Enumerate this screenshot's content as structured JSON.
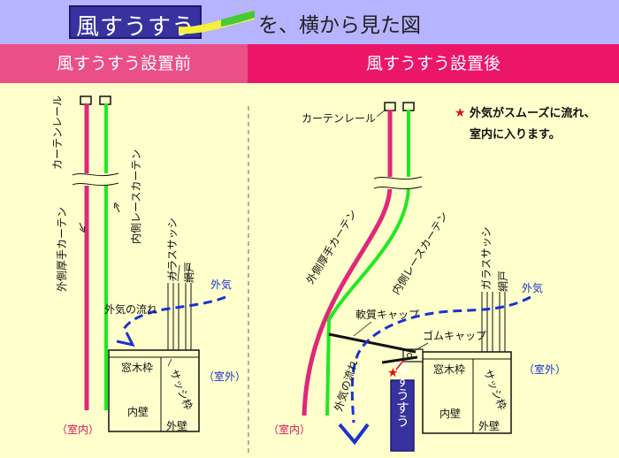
{
  "header": {
    "logo_text": "風すうすう",
    "title": "を、横から見た図"
  },
  "sections": {
    "before": "風すうすう設置前",
    "after": "風すうすう設置後"
  },
  "left": {
    "curtain_rail": "カーテンレール",
    "outer_curtain": "外側厚手カーテン",
    "inner_curtain": "内側レースカーテン",
    "glass_sash": "ガラスサッシ",
    "screen": "網戸",
    "outside_air": "外気",
    "air_flow": "外気の流れ",
    "window_frame": "窓木枠",
    "sash": "サッシ枠",
    "inner_wall": "内壁",
    "outer_wall": "外壁",
    "outdoor": "（室外）",
    "indoor": "（室内）"
  },
  "right": {
    "curtain_rail": "カーテンレール",
    "note_line1": "外気がスムーズに流れ、",
    "note_line2": "室内に入ります。",
    "note_star": "★",
    "outer_curtain": "外側厚手カーテン",
    "inner_curtain": "内側レースカーテン",
    "glass_sash": "ガラスサッシ",
    "screen": "網戸",
    "outside_air": "外気",
    "soft_cap": "軟質キャップ",
    "rubber_cap": "ゴムキャップ",
    "air_flow": "外気の流れ",
    "window_frame": "窓木枠",
    "sash": "サッシ枠",
    "inner_wall": "内壁",
    "outer_wall": "外壁",
    "outdoor": "（室外）",
    "indoor": "（室内）",
    "product_label": "風すうすう",
    "pointer_star": "★"
  },
  "colors": {
    "header_bg": "#b7b4ff",
    "logo_bg": "#37329f",
    "section_left": "#ea4f86",
    "section_right": "#ec1669",
    "diagram_bg": "#ffffcc",
    "outer_curtain": "#e0287a",
    "inner_curtain": "#22e822",
    "air_flow": "#1a33d0"
  }
}
